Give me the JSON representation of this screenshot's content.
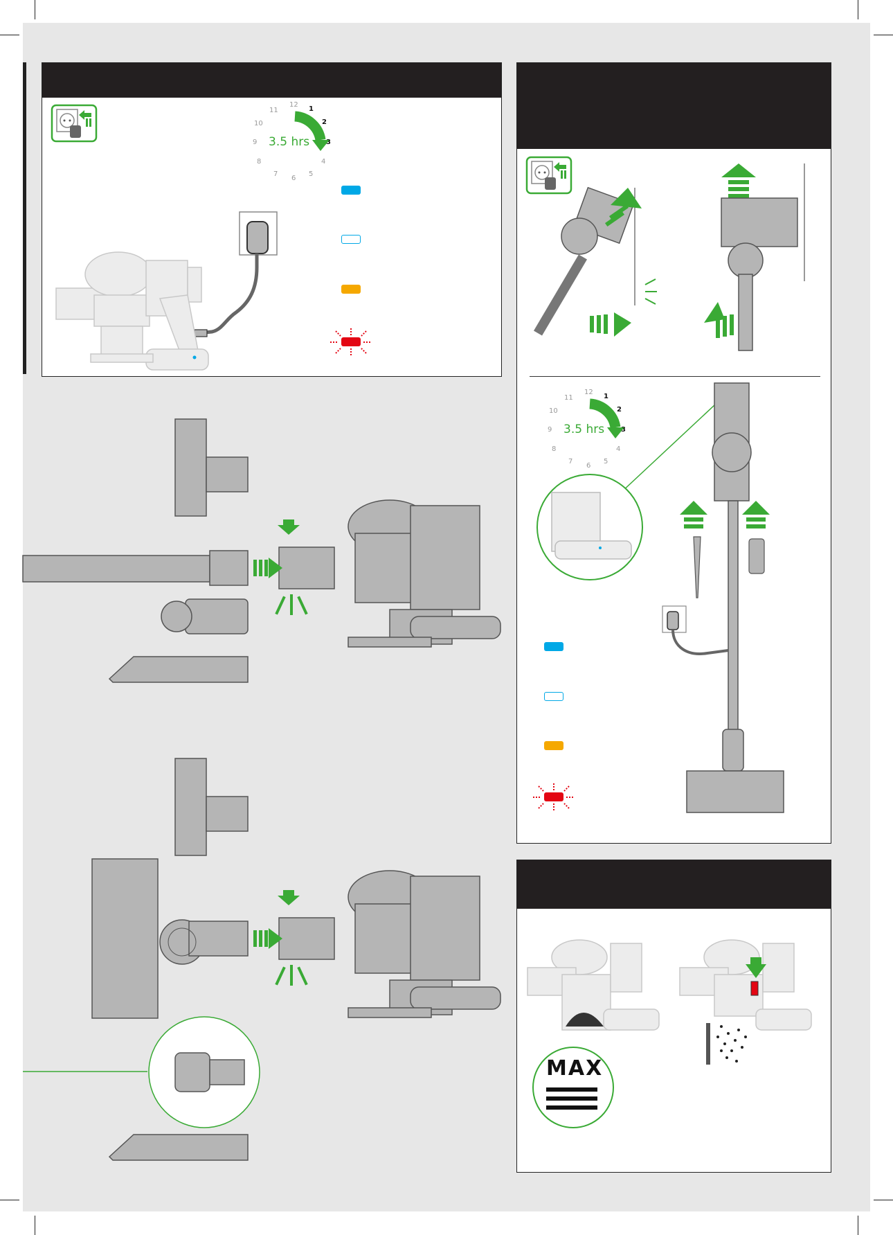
{
  "charge_panel_1": {
    "clock_numbers": [
      "12",
      "1",
      "2",
      "3",
      "4",
      "5",
      "6",
      "7",
      "8",
      "9",
      "10",
      "11"
    ],
    "duration_label": "3.5 hrs"
  },
  "charge_panel_2": {
    "clock_numbers": [
      "12",
      "1",
      "2",
      "3",
      "4",
      "5",
      "6",
      "7",
      "8",
      "9",
      "10",
      "11"
    ],
    "duration_label": "3.5 hrs"
  },
  "indicator_colors": {
    "charging": "#00a8e6",
    "charged": "#00a8e6",
    "warning": "#f5a800",
    "fault": "#e30613"
  },
  "brand_colors": {
    "green": "#3aaa35",
    "header": "#231f20",
    "page": "#e7e7e7",
    "product_grey": "#a8a8a8"
  },
  "bin_panel": {
    "max_label": "MAX"
  },
  "icons": {
    "wall_socket": "plug-in-icon",
    "arrow": "green-arrow-icon",
    "flash": "flashing-light-icon"
  }
}
